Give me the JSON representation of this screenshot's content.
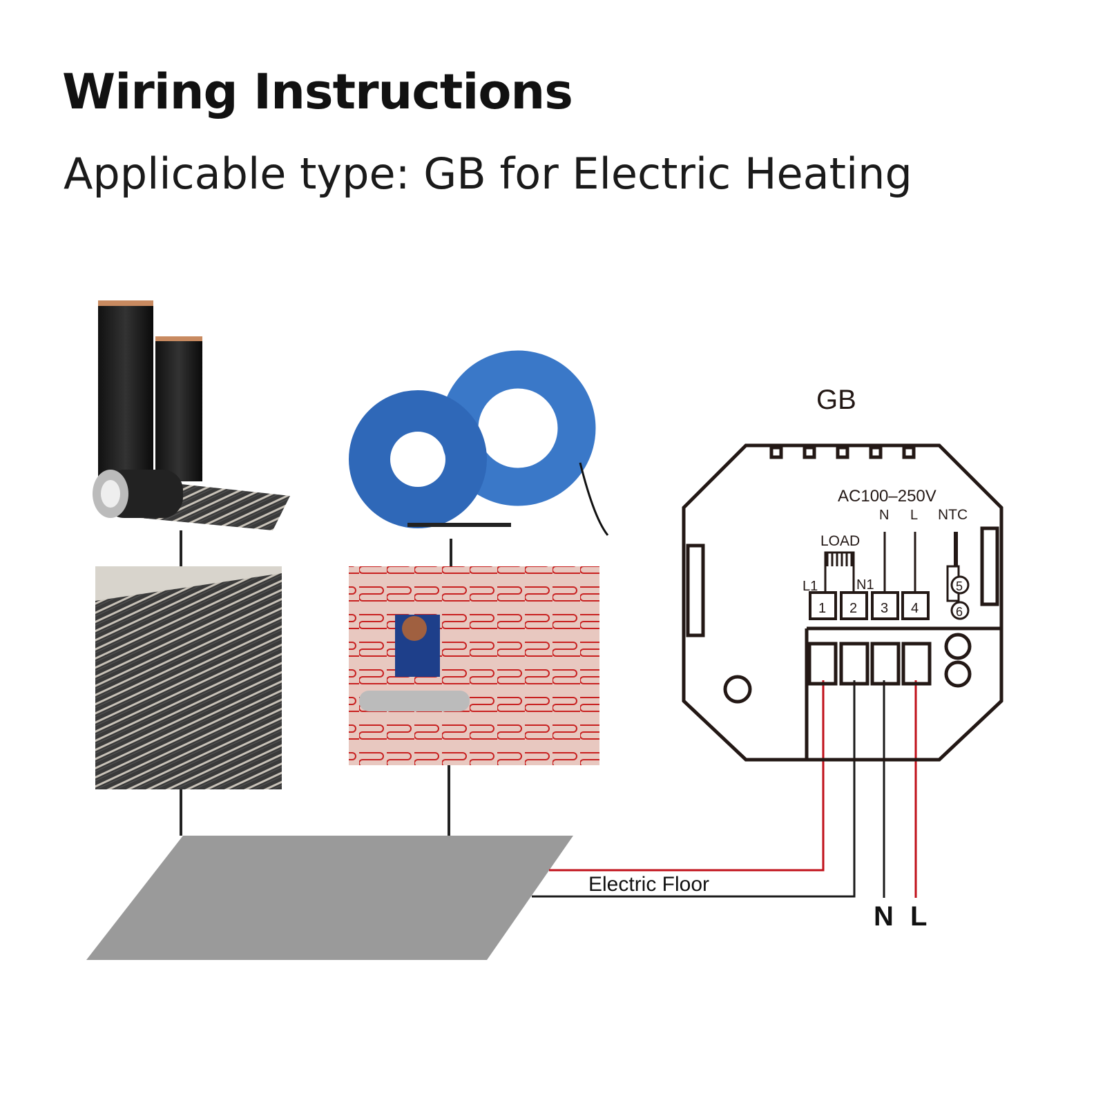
{
  "header": {
    "title": "Wiring Instructions",
    "subtitle": "Applicable type: GB for Electric Heating"
  },
  "thermostat": {
    "model_label": "GB",
    "voltage_label": "AC100–250V",
    "load_label": "LOAD",
    "terminal_labels": {
      "l1": "L1",
      "n1": "N1",
      "n": "N",
      "l": "L",
      "ntc": "NTC"
    },
    "terminals": [
      "1",
      "2",
      "3",
      "4"
    ],
    "sensor_terminals": [
      "5",
      "6"
    ]
  },
  "floor": {
    "label": "Electric Floor"
  },
  "supply": {
    "n": "N",
    "l": "L"
  },
  "colors": {
    "live_wire": "#c0101a",
    "neutral_wire": "#1a1a1a",
    "floor": "#9a9a9a",
    "cable": "#3a78c8"
  }
}
